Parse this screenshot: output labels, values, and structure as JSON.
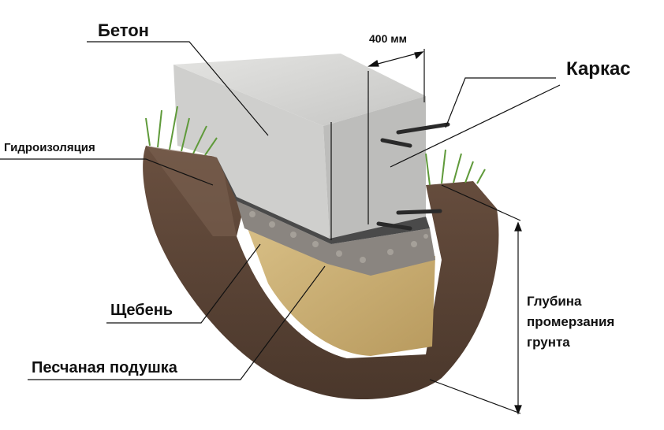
{
  "labels": {
    "concrete": "Бетон",
    "waterproofing": "Гидроизоляция",
    "gravel": "Щебень",
    "sand_cushion": "Песчаная подушка",
    "frame": "Каркас",
    "width": "400 мм",
    "depth_line1": "Глубина",
    "depth_line2": "промерзания",
    "depth_line3": "грунта"
  },
  "colors": {
    "soil": "#5a4435",
    "soil_dark": "#3e2e24",
    "sand": "#cdb27a",
    "concrete": "#d2d2d0",
    "gravel": "#8a8580",
    "grass": "#5f9a3a",
    "waterproofing": "#4a4a4a"
  }
}
